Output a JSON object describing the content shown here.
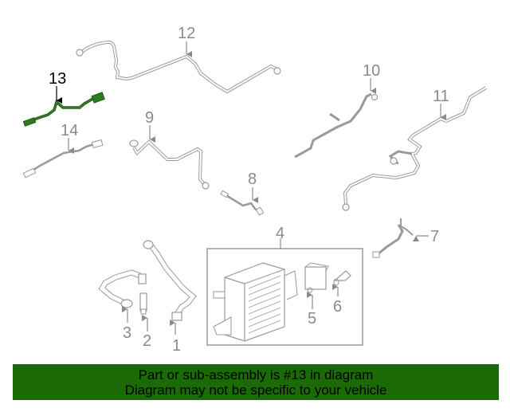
{
  "diagram": {
    "highlighted_part": "13",
    "colors": {
      "line": "#9a9a9a",
      "highlight": "#1d5a14",
      "highlight_fill": "#2f7a22",
      "banner_bg": "#1a6b06",
      "callout_gray": "#8a8a8a",
      "callout_active": "#000000"
    },
    "callouts": [
      {
        "id": "1",
        "label": "1"
      },
      {
        "id": "2",
        "label": "2"
      },
      {
        "id": "3",
        "label": "3"
      },
      {
        "id": "4",
        "label": "4"
      },
      {
        "id": "5",
        "label": "5"
      },
      {
        "id": "6",
        "label": "6"
      },
      {
        "id": "7",
        "label": "7"
      },
      {
        "id": "8",
        "label": "8"
      },
      {
        "id": "9",
        "label": "9"
      },
      {
        "id": "10",
        "label": "10"
      },
      {
        "id": "11",
        "label": "11"
      },
      {
        "id": "12",
        "label": "12"
      },
      {
        "id": "13",
        "label": "13"
      },
      {
        "id": "14",
        "label": "14"
      }
    ]
  },
  "banner": {
    "line1": "Part or sub-assembly is #13 in diagram",
    "line2": "Diagram may not be specific to your vehicle"
  }
}
